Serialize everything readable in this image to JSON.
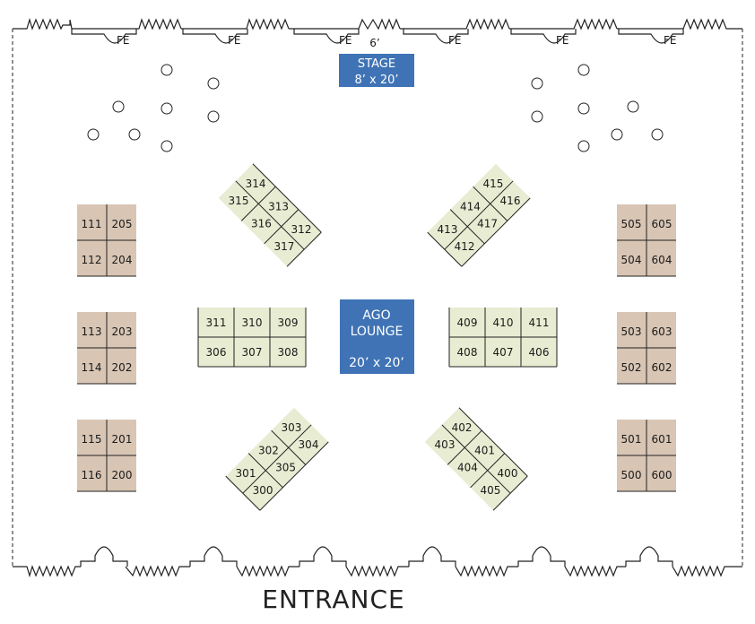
{
  "labels": {
    "fe": "FE",
    "gap": "6’",
    "stage_title": "STAGE",
    "stage_size": "8’ x 20’",
    "lounge_line1": "AGO",
    "lounge_line2": "LOUNGE",
    "lounge_size": "20’ x 20’",
    "entrance": "ENTRANCE"
  },
  "colors": {
    "green_booth": "#e8ecd2",
    "tan_booth": "#d8c5b4",
    "blue_block": "#3f73b5",
    "line": "#222222"
  },
  "booth_groups": {
    "left_tan": [
      [
        "111",
        "205",
        "112",
        "204"
      ],
      [
        "113",
        "203",
        "114",
        "202"
      ],
      [
        "115",
        "201",
        "116",
        "200"
      ]
    ],
    "right_tan": [
      [
        "505",
        "605",
        "504",
        "604"
      ],
      [
        "503",
        "603",
        "502",
        "602"
      ],
      [
        "501",
        "601",
        "500",
        "600"
      ]
    ],
    "center_left": [
      "311",
      "310",
      "309",
      "306",
      "307",
      "308"
    ],
    "center_right": [
      "409",
      "410",
      "411",
      "408",
      "407",
      "406"
    ],
    "diag_300_top": [
      "315",
      "314",
      "316",
      "313",
      "317",
      "312"
    ],
    "diag_400_top": [
      "415",
      "416",
      "414",
      "417",
      "413",
      "412"
    ],
    "diag_300_bottom": [
      "303",
      "304",
      "302",
      "305",
      "301",
      "300"
    ],
    "diag_400_bottom": [
      "403",
      "402",
      "404",
      "401",
      "405",
      "400"
    ]
  }
}
